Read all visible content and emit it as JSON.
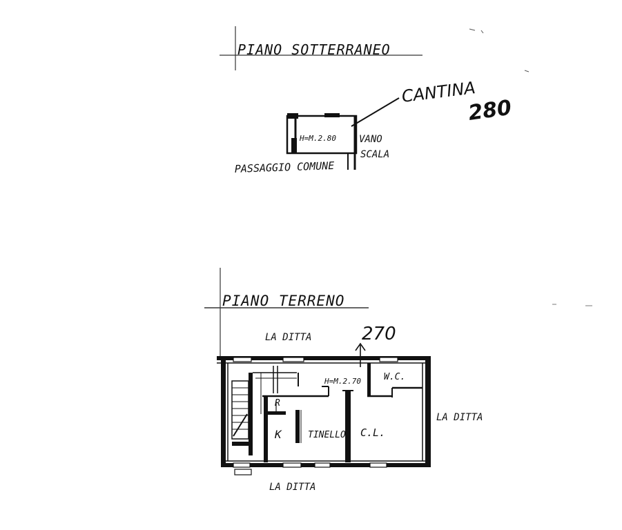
{
  "basement": {
    "title": "PIANO SOTTERRANEO",
    "cellar_label": "CANTINA",
    "cellar_number": "280",
    "height_note": "H=M.2.80",
    "stair_label_1": "VANO",
    "stair_label_2": "SCALA",
    "passage_label": "PASSAGGIO COMUNE"
  },
  "ground_floor": {
    "title": "PIANO TERRENO",
    "unit_number": "270",
    "height_note": "H=M.2.70",
    "neighbor_top": "LA DITTA",
    "neighbor_right": "LA DITTA",
    "neighbor_bottom": "LA DITTA",
    "room_wc": "W.C.",
    "room_r": "R",
    "room_k": "K",
    "room_tinello": "TINELLO",
    "room_cl": "C.L."
  }
}
